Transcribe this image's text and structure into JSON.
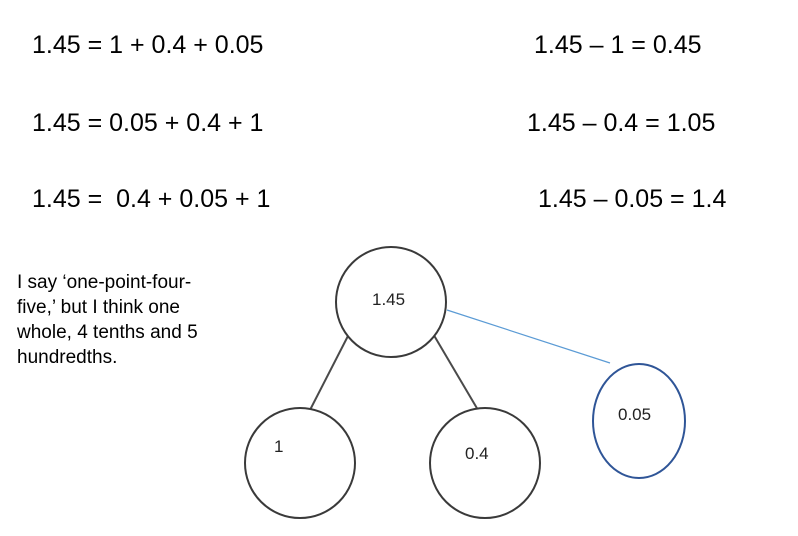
{
  "equations": {
    "left": [
      "1.45 = 1 + 0.4 + 0.05",
      "1.45 = 0.05 + 0.4 + 1",
      "1.45 =  0.4 + 0.05 + 1"
    ],
    "right": [
      "1.45 – 1 = 0.45",
      "1.45 – 0.4 = 1.05",
      "1.45 – 0.05 = 1.4"
    ]
  },
  "note": {
    "lines": [
      "I say ‘one-point-four-",
      "five,’ but I think one",
      "whole, 4 tenths and 5",
      "hundredths."
    ]
  },
  "tree": {
    "root": "1.45",
    "part_a": "1",
    "part_b": "0.4",
    "part_c": "0.05",
    "colors": {
      "circle": "#3a3a3a",
      "branch": "#4a4a4a",
      "highlight_circle": "#2f5597",
      "highlight_link": "#5b9bd5"
    }
  }
}
